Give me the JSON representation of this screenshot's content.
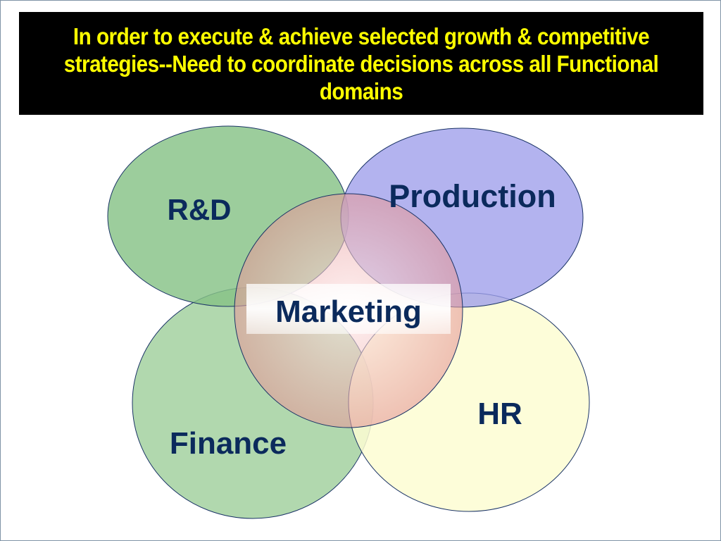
{
  "title": "In order to execute & achieve selected growth & competitive strategies--Need to coordinate decisions across all Functional domains",
  "colors": {
    "title_background": "#000000",
    "title_text": "#ffff00",
    "label_text": "#0b2a5c",
    "rd_fill": "#99cc99",
    "production_fill": "#b3b3f0",
    "finance_fill": "#a3d1a0",
    "hr_fill": "#fdfdd2",
    "marketing_fill": "#f2b8b8",
    "outline": "#1a3366"
  },
  "domains": {
    "rd": "R&D",
    "production": "Production",
    "marketing": "Marketing",
    "finance": "Finance",
    "hr": "HR"
  }
}
